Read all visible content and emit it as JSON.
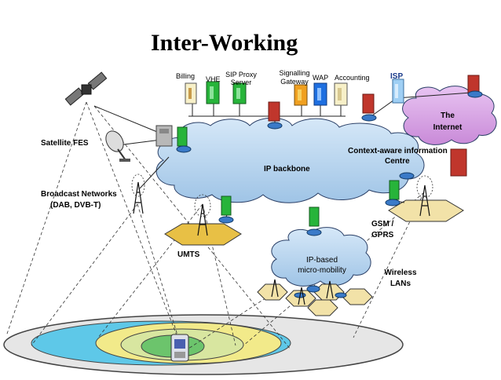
{
  "title": "Inter-Working",
  "servers": {
    "billing": "Billing",
    "vhe": "VHE",
    "sip_proxy": [
      "SIP Proxy",
      "Server"
    ],
    "signalling_gateway": [
      "Signalling",
      "Gateway"
    ],
    "wap": "WAP",
    "accounting": "Accounting",
    "isp": "ISP"
  },
  "clouds": {
    "ip_backbone": "IP backbone",
    "internet": [
      "The",
      "Internet"
    ],
    "ip_micro_mobility": [
      "IP-based",
      "micro-mobility"
    ]
  },
  "access_networks": {
    "satellite": "Satellite FES",
    "broadcast": [
      "Broadcast Networks",
      "(DAB, DVB-T)"
    ],
    "umts": "UMTS",
    "gsm": [
      "GSM /",
      "GPRS"
    ],
    "wlan": [
      "Wireless",
      "LANs"
    ]
  },
  "context_aware": [
    "Context-aware information",
    "Centre"
  ],
  "colors": {
    "backbone_cloud": "#bcd8f0",
    "internet_cloud": "#d9a6e6",
    "umts_hex": "#e8c045",
    "gsm_hex": "#f2e2a8",
    "wlan_hex": "#f2e2a8",
    "server_green": "#27b43a",
    "server_red": "#c0362c",
    "server_orange": "#f0a020",
    "server_cream": "#f7f0c8",
    "server_blue": "#3f8fe8"
  }
}
